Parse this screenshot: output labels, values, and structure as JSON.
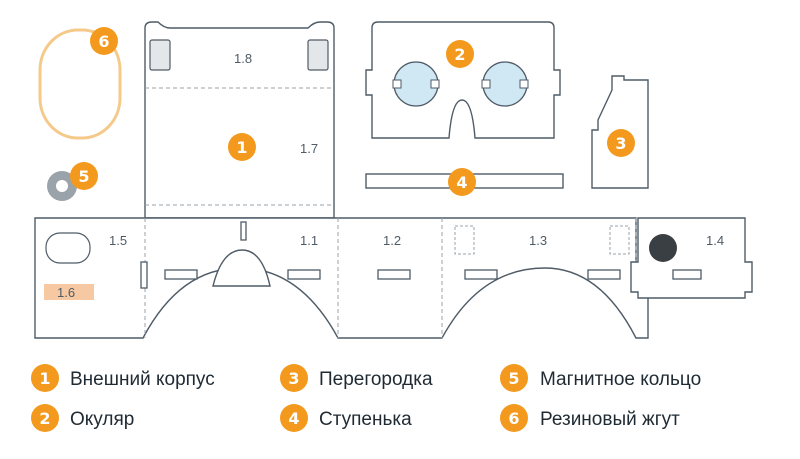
{
  "part_labels": {
    "p1_1": "1.1",
    "p1_2": "1.2",
    "p1_3": "1.3",
    "p1_4": "1.4",
    "p1_5": "1.5",
    "p1_6": "1.6",
    "p1_7": "1.7",
    "p1_8": "1.8"
  },
  "badges": {
    "outer_case": "1",
    "eyepiece": "2",
    "divider": "3",
    "step": "4",
    "magnet_ring": "5",
    "rubber_band": "6"
  },
  "legend": [
    {
      "number": "1",
      "label": "Внешний корпус"
    },
    {
      "number": "2",
      "label": "Окуляр"
    },
    {
      "number": "3",
      "label": "Перегородка"
    },
    {
      "number": "4",
      "label": "Ступенька"
    },
    {
      "number": "5",
      "label": "Магнитное кольцо"
    },
    {
      "number": "6",
      "label": "Резиновый жгут"
    }
  ],
  "colors": {
    "accent": "#f39a1e",
    "outline": "#4f5b66",
    "lens_fill": "#cfe8f3",
    "label_highlight": "#f7c9a3",
    "rubber_band": "#f5c98a",
    "magnet_ring": "#9ba3aa"
  }
}
